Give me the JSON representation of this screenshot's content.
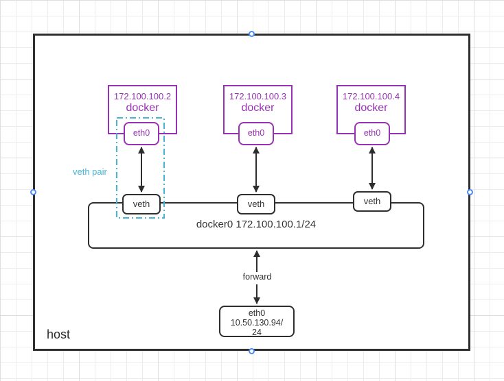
{
  "colors": {
    "purple": "#9832b4",
    "cyan": "#44b5d6",
    "line_dark": "#2e2e2e",
    "handle_blue": "#4c8bf5"
  },
  "host": {
    "label": "host"
  },
  "containers": [
    {
      "ip": "172.100.100.2",
      "name": "docker",
      "interface": "eth0",
      "veth": "veth"
    },
    {
      "ip": "172.100.100.3",
      "name": "docker",
      "interface": "eth0",
      "veth": "veth"
    },
    {
      "ip": "172.100.100.4",
      "name": "docker",
      "interface": "eth0",
      "veth": "veth"
    }
  ],
  "labels": {
    "veth_pair": "veth pair",
    "forward": "forward"
  },
  "bridge": {
    "label": "docker0 172.100.100.1/24"
  },
  "host_interface": {
    "name": "eth0",
    "ip_line1": "10.50.130.94/",
    "ip_line2": "24"
  }
}
